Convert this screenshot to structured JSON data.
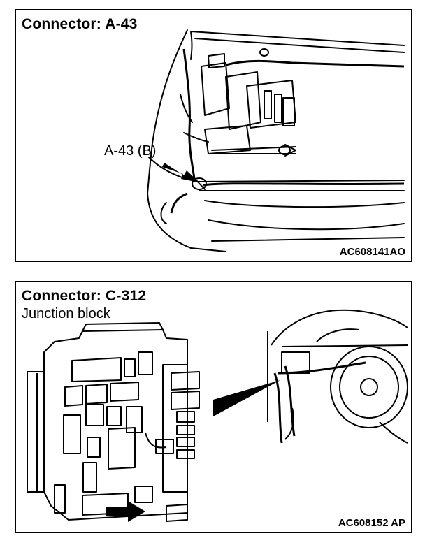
{
  "panel1": {
    "title": "Connector: A-43",
    "callout": "A-43 (B)",
    "code": "AC608141AO"
  },
  "panel2": {
    "title": "Connector: C-312",
    "subtitle": "Junction block",
    "code": "AC608152 AP"
  }
}
